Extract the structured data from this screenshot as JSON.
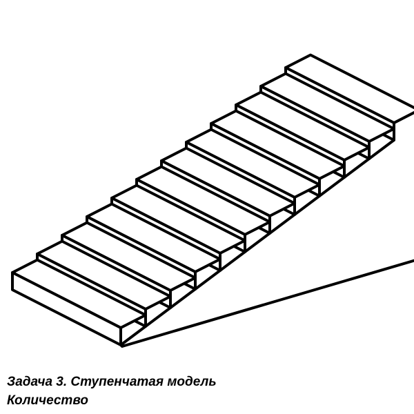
{
  "figure": {
    "step_count": 12
  },
  "caption": {
    "title": "Задача 3. Ступенчатая модель",
    "subtitle": "Количество"
  }
}
